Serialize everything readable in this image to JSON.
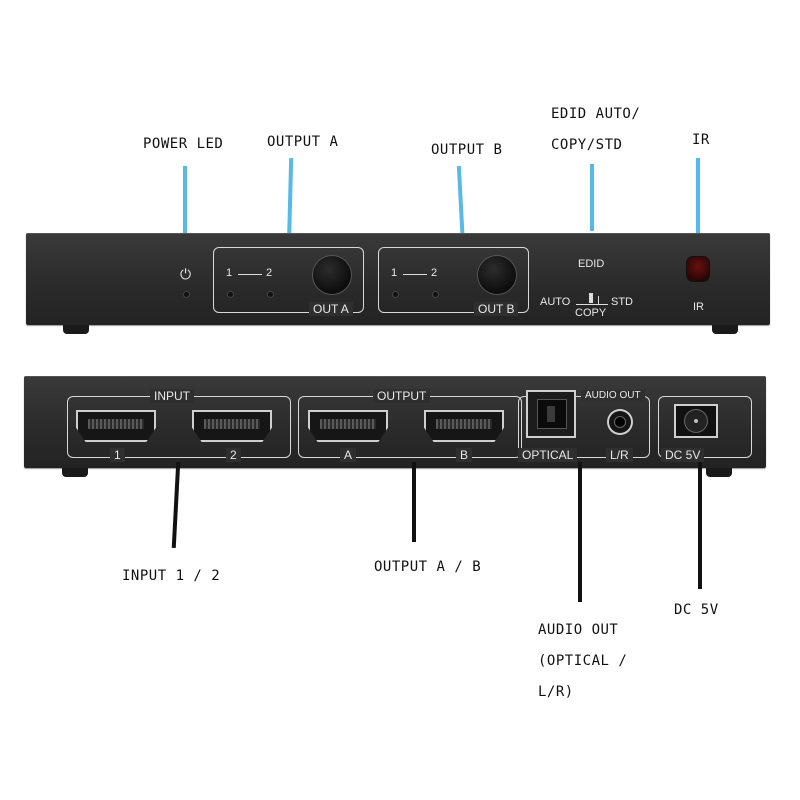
{
  "callouts": {
    "power_led": "POWER LED",
    "output_a": "OUTPUT A",
    "output_b": "OUTPUT B",
    "edid_line1": "EDID AUTO/",
    "edid_line2": "COPY/STD",
    "ir": "IR",
    "input_12": "INPUT 1 / 2",
    "output_ab": "OUTPUT A / B",
    "audio_line1": "AUDIO OUT",
    "audio_line2": "(OPTICAL /",
    "audio_line3": "L/R)",
    "dc5v": "DC 5V"
  },
  "front_panel": {
    "power_icon": "power-icon",
    "out_a": {
      "sel1": "1",
      "sel2": "2",
      "label": "OUT A"
    },
    "out_b": {
      "sel1": "1",
      "sel2": "2",
      "label": "OUT B"
    },
    "edid": {
      "title": "EDID",
      "auto": "AUTO",
      "std": "STD",
      "copy": "COPY"
    },
    "ir_label": "IR"
  },
  "rear_panel": {
    "input_group": {
      "label": "INPUT",
      "port1": "1",
      "port2": "2"
    },
    "output_group": {
      "label": "OUTPUT",
      "portA": "A",
      "portB": "B"
    },
    "audio_out": "AUDIO OUT",
    "optical": "OPTICAL",
    "lr": "L/R",
    "dc": "DC 5V"
  },
  "colors": {
    "leader_blue": "#58b8e6",
    "leader_black": "#111111",
    "device_body": "#2f2f2f"
  }
}
